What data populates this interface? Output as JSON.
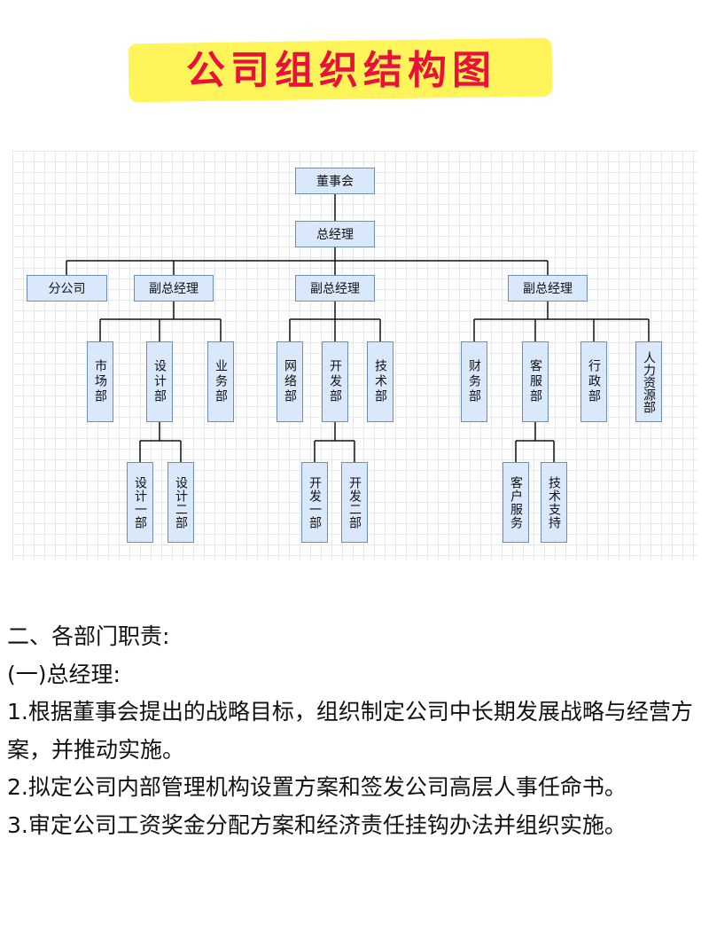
{
  "title": "公司组织结构图",
  "chart": {
    "root": "董事会",
    "gm": "总经理",
    "branch": "分公司",
    "vp1": {
      "label": "副总经理",
      "departments": [
        "市场部",
        "设计部",
        "业务部"
      ],
      "sub": [
        "设计一部",
        "设计二部"
      ]
    },
    "vp2": {
      "label": "副总经理",
      "departments": [
        "网络部",
        "开发部",
        "技术部"
      ],
      "sub": [
        "开发一部",
        "开发二部"
      ]
    },
    "vp3": {
      "label": "副总经理",
      "departments": [
        "财务部",
        "客服部",
        "行政部",
        "人力资源部"
      ],
      "sub": [
        "客户服务",
        "技术支持"
      ]
    }
  },
  "text": {
    "heading": "二、各部门职责:",
    "subheading": "(一)总经理:",
    "items": [
      "1.根据董事会提出的战略目标，组织制定公司中长期发展战略与经营方案，并推动实施。",
      "2.拟定公司内部管理机构设置方案和签发公司高层人事任命书。",
      "3.审定公司工资奖金分配方案和经济责任挂钩办法并组织实施。"
    ]
  }
}
